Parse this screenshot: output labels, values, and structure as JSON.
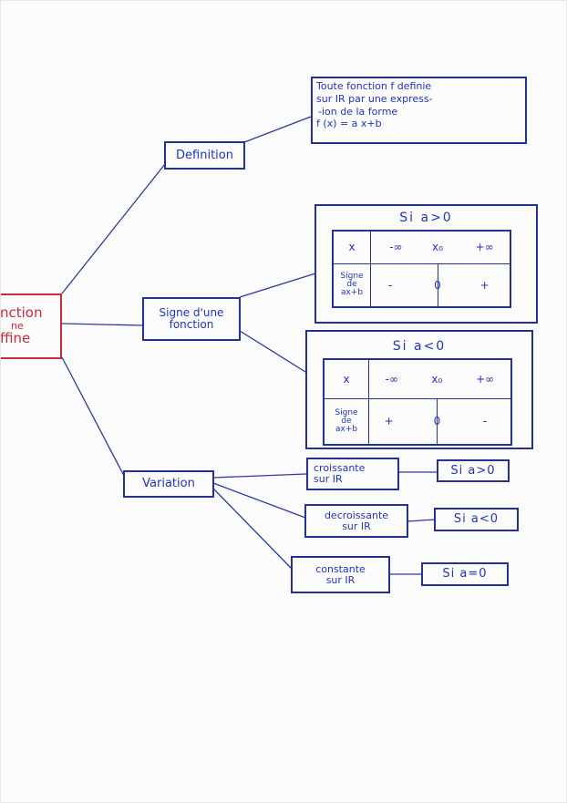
{
  "root": {
    "lines": [
      "nction",
      "ne",
      "ffine"
    ]
  },
  "definition": {
    "label": "Definition",
    "text": [
      "Toute fonction f definie",
      "sur IR par une express-",
      "-ion de la forme",
      "f (x) = a x+b"
    ]
  },
  "sign": {
    "label": [
      "Signe d'une",
      "fonction"
    ],
    "tables": [
      {
        "condition": "Si a>0",
        "header_label": "x",
        "header_values": [
          "-∞",
          "x₀",
          "+∞"
        ],
        "row_label": [
          "Signe",
          "de",
          "ax+b"
        ],
        "signs": [
          "-",
          "0",
          "+"
        ]
      },
      {
        "condition": "Si a<0",
        "header_label": "x",
        "header_values": [
          "-∞",
          "x₀",
          "+∞"
        ],
        "row_label": [
          "Signe",
          "de",
          "ax+b"
        ],
        "signs": [
          "+",
          "0",
          "-"
        ]
      }
    ]
  },
  "variation": {
    "label": "Variation",
    "items": [
      {
        "text": [
          "croissante",
          "sur IR"
        ],
        "condition": "Si a>0"
      },
      {
        "text": [
          "decroissante",
          "sur IR"
        ],
        "condition": "Si a<0"
      },
      {
        "text": [
          "constante",
          "sur IR"
        ],
        "condition": "Si a=0"
      }
    ]
  },
  "colors": {
    "ink_blue": "#2036b3",
    "ink_red": "#c72a3d",
    "box_border": "#24338f"
  }
}
